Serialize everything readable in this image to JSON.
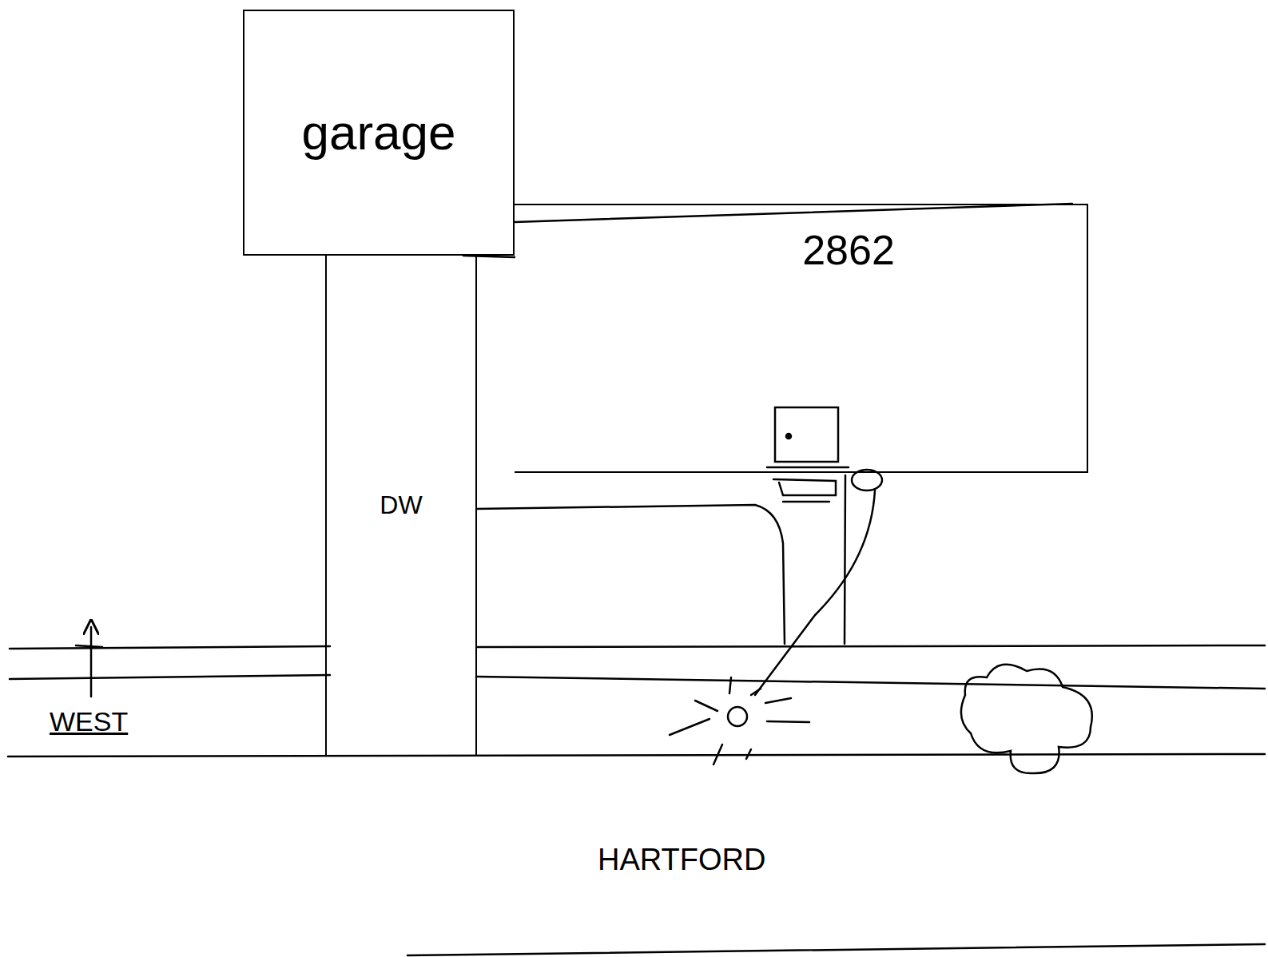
{
  "diagram": {
    "nodes": [
      {
        "text": [
          "garage"
        ]
      },
      {
        "text": [
          "2862"
        ]
      },
      {
        "text": [
          "DW"
        ]
      }
    ],
    "labels": [
      "WEST",
      "HARTFORD"
    ]
  }
}
